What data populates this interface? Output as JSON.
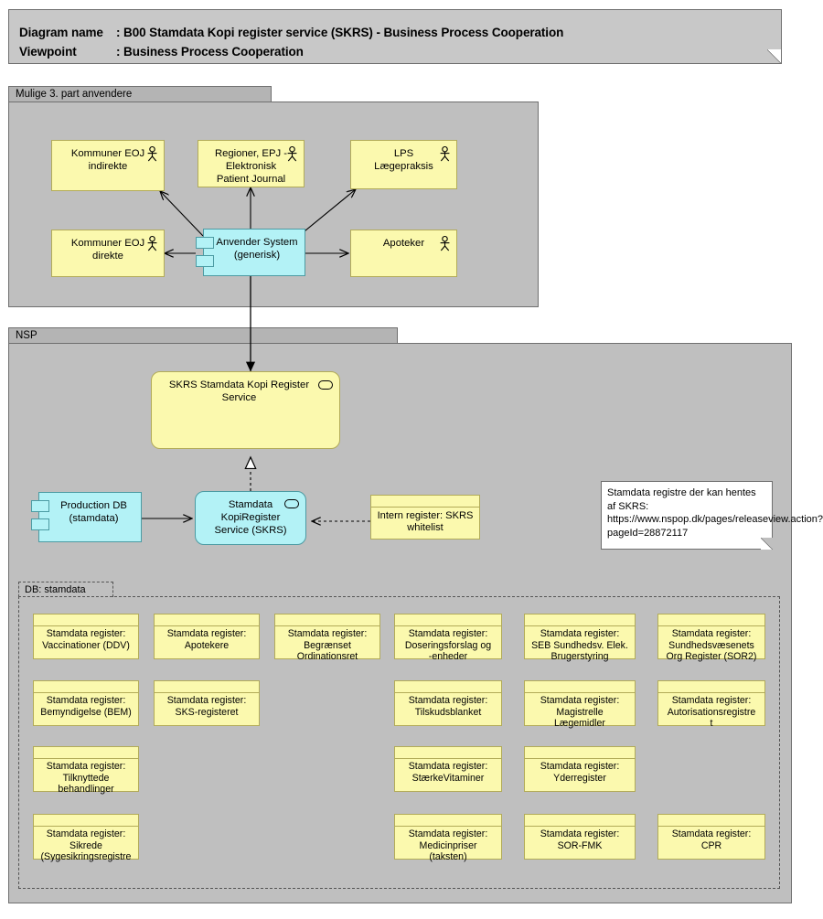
{
  "header": {
    "diagram_name_key": "Diagram name",
    "diagram_name_value": ": B00 Stamdata Kopi register service (SKRS) - Business Process Cooperation",
    "viewpoint_key": "Viewpoint",
    "viewpoint_value": ": Business Process Cooperation"
  },
  "colors": {
    "actor_fill": "#fbf9ae",
    "actor_stroke": "#b2ab58",
    "component_fill": "#b3f2f6",
    "component_stroke": "#4c9ba3",
    "group_fill": "#bfbfbf",
    "group_tab_fill": "#b4b4b4",
    "banner_fill": "#c8c8c8",
    "note_fill": "#ffffff",
    "line": "#000000"
  },
  "groups": {
    "third_party": {
      "label": "Mulige 3. part anvendere"
    },
    "nsp": {
      "label": "NSP"
    },
    "db_stamdata": {
      "label": "DB: stamdata"
    }
  },
  "third_party_elements": [
    {
      "name": "kommuner-eoj-indirekte",
      "label": "Kommuner EOJ\nindirekte",
      "type": "actor"
    },
    {
      "name": "regioner-epj",
      "label": "Regioner, EPJ -\nElektronisk\nPatient Journal",
      "type": "actor"
    },
    {
      "name": "lps-laegepraksis",
      "label": "LPS\nLægepraksis",
      "type": "actor"
    },
    {
      "name": "kommuner-eoj-direkte",
      "label": "Kommuner EOJ\ndirekte",
      "type": "actor"
    },
    {
      "name": "apoteker",
      "label": "Apoteker",
      "type": "actor"
    },
    {
      "name": "anvender-system",
      "label": "Anvender System\n(generisk)",
      "type": "component"
    }
  ],
  "nsp_elements": [
    {
      "name": "skrs-service",
      "label": "SKRS Stamdata Kopi Register\nService",
      "type": "service"
    },
    {
      "name": "production-db",
      "label": "Production DB\n(stamdata)",
      "type": "component"
    },
    {
      "name": "stamdata-kopiregister-service",
      "label": "Stamdata\nKopiRegister\nService (SKRS)",
      "type": "component-service"
    },
    {
      "name": "intern-register-skrs-whitelist",
      "label": "Intern register: SKRS\nwhitelist",
      "type": "register"
    }
  ],
  "note": {
    "text": "Stamdata registre der kan hentes af SKRS: https://www.nspop.dk/pages/releaseview.action?pageId=28872117"
  },
  "registers": [
    {
      "col": 1,
      "row": 1,
      "label": "Stamdata register:\nVaccinationer (DDV)"
    },
    {
      "col": 2,
      "row": 1,
      "label": "Stamdata register:\nApotekere"
    },
    {
      "col": 3,
      "row": 1,
      "label": "Stamdata register:\nBegrænset\nOrdinationsret"
    },
    {
      "col": 4,
      "row": 1,
      "label": "Stamdata register:\nDoseringsforslag og\n-enheder"
    },
    {
      "col": 5,
      "row": 1,
      "label": "Stamdata register:\nSEB Sundhedsv. Elek.\nBrugerstyring"
    },
    {
      "col": 6,
      "row": 1,
      "label": "Stamdata register:\nSundhedsvæsenets\nOrg Register (SOR2)"
    },
    {
      "col": 1,
      "row": 2,
      "label": "Stamdata register:\nBemyndigelse (BEM)"
    },
    {
      "col": 2,
      "row": 2,
      "label": "Stamdata register:\nSKS-registeret"
    },
    {
      "col": 4,
      "row": 2,
      "label": "Stamdata register:\nTilskudsblanket"
    },
    {
      "col": 5,
      "row": 2,
      "label": "Stamdata register:\nMagistrelle\nLægemidler"
    },
    {
      "col": 6,
      "row": 2,
      "label": "Stamdata register:\nAutorisationsregistre\nt"
    },
    {
      "col": 1,
      "row": 3,
      "label": "Stamdata register:\nTilknyttede\nbehandlinger"
    },
    {
      "col": 4,
      "row": 3,
      "label": "Stamdata register:\nStærkeVitaminer"
    },
    {
      "col": 5,
      "row": 3,
      "label": "Stamdata register:\nYderregister"
    },
    {
      "col": 1,
      "row": 4,
      "label": "Stamdata register:\nSikrede\n(Sygesikringsregistre"
    },
    {
      "col": 4,
      "row": 4,
      "label": "Stamdata register:\nMedicinpriser\n(taksten)"
    },
    {
      "col": 5,
      "row": 4,
      "label": "Stamdata register:\nSOR-FMK"
    },
    {
      "col": 6,
      "row": 4,
      "label": "Stamdata register:\nCPR"
    }
  ]
}
